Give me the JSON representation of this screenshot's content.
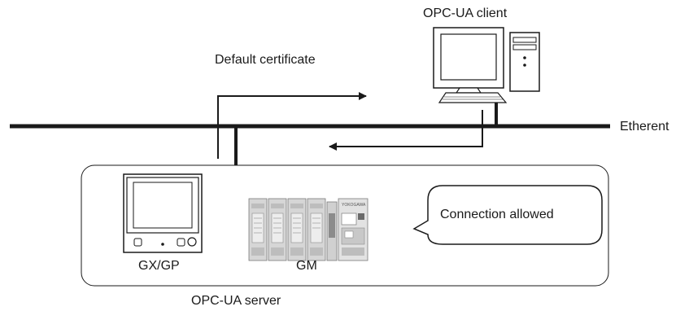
{
  "labels": {
    "client": "OPC-UA client",
    "certificate": "Default certificate",
    "network": "Etherent",
    "callout": "Connection allowed",
    "device_gx": "GX/GP",
    "device_gm": "GM",
    "server": "OPC-UA server"
  },
  "gm_brand": "YOKOGAWA",
  "colors": {
    "line": "#1a1a1a",
    "device_gray": "#d6d6d6",
    "dark_gray": "#8c8c8c"
  }
}
